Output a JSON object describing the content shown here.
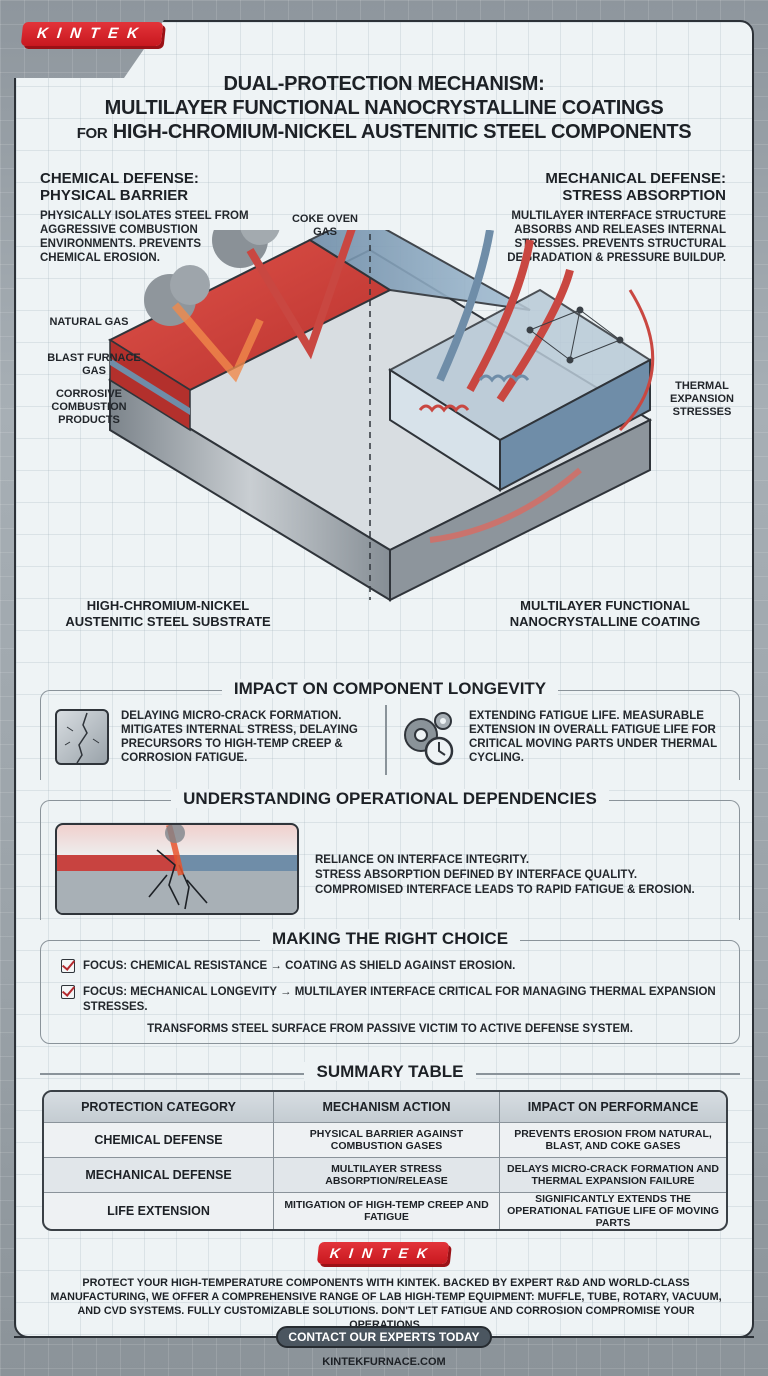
{
  "brand": {
    "logo_text": "KINTEK",
    "accent": "#d2232a",
    "dark": "#2c3137"
  },
  "title": {
    "line1": "DUAL-PROTECTION MECHANISM:",
    "line2": "MULTILAYER FUNCTIONAL NANOCRYSTALLINE COATINGS",
    "line3_prefix": "FOR",
    "line3": "HIGH-CHROMIUM-NICKEL AUSTENITIC STEEL COMPONENTS"
  },
  "chemical_defense": {
    "heading_1": "CHEMICAL DEFENSE:",
    "heading_2": "PHYSICAL BARRIER",
    "body": "PHYSICALLY ISOLATES STEEL FROM AGGRESSIVE COMBUSTION ENVIRONMENTS. PREVENTS CHEMICAL EROSION."
  },
  "mechanical_defense": {
    "heading_1": "MECHANICAL DEFENSE:",
    "heading_2": "STRESS ABSORPTION",
    "body": "MULTILAYER INTERFACE STRUCTURE ABSORBS AND RELEASES INTERNAL STRESSES. PREVENTS STRUCTURAL DEGRADATION & PRESSURE BUILDUP."
  },
  "illustration_labels": {
    "coke_oven_gas": "COKE OVEN GAS",
    "natural_gas": "NATURAL GAS",
    "blast_furnace_gas": "BLAST FURNACE GAS",
    "corrosive_products": "CORROSIVE COMBUSTION PRODUCTS",
    "thermal_expansion": "THERMAL EXPANSION STRESSES",
    "substrate": "HIGH-CHROMIUM-NICKEL AUSTENITIC STEEL SUBSTRATE",
    "coating": "MULTILAYER FUNCTIONAL NANOCRYSTALLINE COATING"
  },
  "impact": {
    "title": "IMPACT ON COMPONENT LONGEVITY",
    "left": {
      "icon": "cracked-surface-icon",
      "text": "DELAYING MICRO-CRACK FORMATION. MITIGATES INTERNAL STRESS, DELAYING PRECURSORS TO HIGH-TEMP CREEP & CORROSION FATIGUE."
    },
    "right": {
      "icon": "gears-clock-icon",
      "text": "EXTENDING FATIGUE LIFE. MEASURABLE EXTENSION IN OVERALL FATIGUE LIFE FOR CRITICAL MOVING PARTS UNDER THERMAL CYCLING."
    }
  },
  "dependencies": {
    "title": "UNDERSTANDING OPERATIONAL DEPENDENCIES",
    "icon": "interface-failure-icon",
    "line1": "RELIANCE ON INTERFACE INTEGRITY.",
    "line2": "STRESS ABSORPTION DEFINED BY INTERFACE QUALITY.",
    "line3": "COMPROMISED INTERFACE LEADS TO RAPID FATIGUE & EROSION."
  },
  "choice": {
    "title": "MAKING THE RIGHT CHOICE",
    "items": [
      {
        "icon": "checkbox-checked-icon",
        "text": "FOCUS: CHEMICAL RESISTANCE → COATING AS SHIELD AGAINST EROSION."
      },
      {
        "icon": "checkbox-checked-icon",
        "text": "FOCUS: MECHANICAL LONGEVITY → MULTILAYER INTERFACE CRITICAL FOR MANAGING THERMAL EXPANSION STRESSES."
      }
    ],
    "summary": "TRANSFORMS STEEL SURFACE FROM PASSIVE VICTIM TO ACTIVE DEFENSE SYSTEM."
  },
  "summary_table": {
    "title": "SUMMARY TABLE",
    "headers": [
      "PROTECTION CATEGORY",
      "MECHANISM ACTION",
      "IMPACT ON PERFORMANCE"
    ],
    "rows": [
      [
        "CHEMICAL DEFENSE",
        "PHYSICAL BARRIER AGAINST COMBUSTION GASES",
        "PREVENTS EROSION FROM NATURAL, BLAST, AND COKE GASES"
      ],
      [
        "MECHANICAL DEFENSE",
        "MULTILAYER STRESS ABSORPTION/RELEASE",
        "DELAYS MICRO-CRACK FORMATION AND THERMAL EXPANSION FAILURE"
      ],
      [
        "LIFE EXTENSION",
        "MITIGATION OF HIGH-TEMP CREEP AND FATIGUE",
        "SIGNIFICANTLY EXTENDS THE OPERATIONAL FATIGUE LIFE OF MOVING PARTS"
      ]
    ]
  },
  "footer": {
    "logo_text": "KINTEK",
    "body": "PROTECT YOUR HIGH-TEMPERATURE COMPONENTS WITH KINTEK. BACKED BY EXPERT R&D AND WORLD-CLASS MANUFACTURING, WE OFFER A COMPREHENSIVE RANGE OF LAB HIGH-TEMP EQUIPMENT: MUFFLE, TUBE, ROTARY, VACUUM, AND CVD SYSTEMS. FULLY CUSTOMIZABLE SOLUTIONS. DON'T LET FATIGUE AND CORROSION COMPROMISE YOUR OPERATIONS.",
    "cta_label": "CONTACT OUR EXPERTS TODAY",
    "website": "KINTEKFURNACE.COM"
  }
}
